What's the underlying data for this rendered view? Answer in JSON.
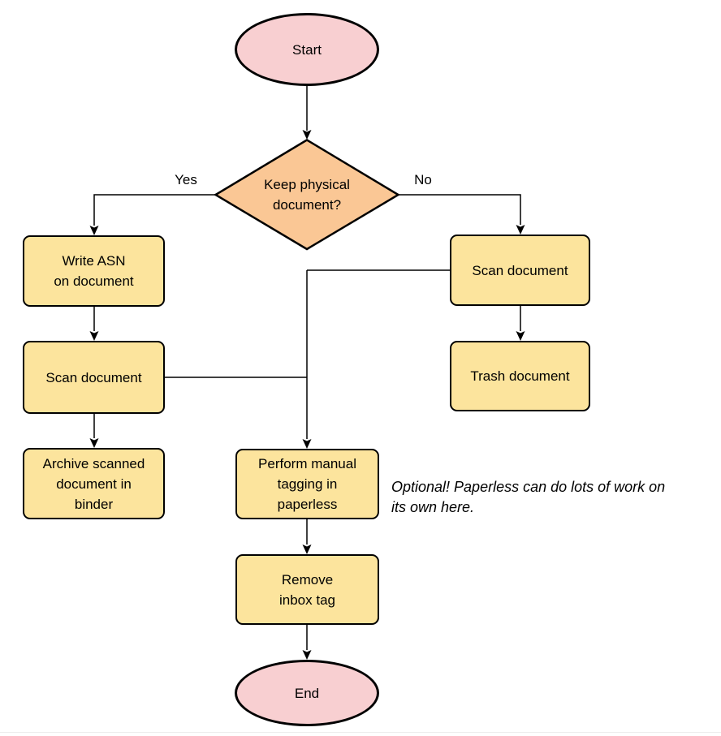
{
  "flowchart": {
    "nodes": {
      "start": "Start",
      "decision": "Keep physical\ndocument?",
      "write_asn": "Write ASN\non document",
      "scan_left": "Scan document",
      "archive": "Archive scanned\ndocument in\nbinder",
      "scan_right": "Scan document",
      "trash": "Trash document",
      "tagging": "Perform manual\ntagging in\npaperless",
      "remove_inbox": "Remove\ninbox tag",
      "end": "End"
    },
    "edge_labels": {
      "yes": "Yes",
      "no": "No"
    },
    "note": "Optional! Paperless can do lots of work on\nits own here.",
    "colors": {
      "terminal_fill": "#F8CFD1",
      "decision_fill": "#FAC795",
      "process_fill": "#FCE49D",
      "stroke_color": "#000000"
    }
  }
}
